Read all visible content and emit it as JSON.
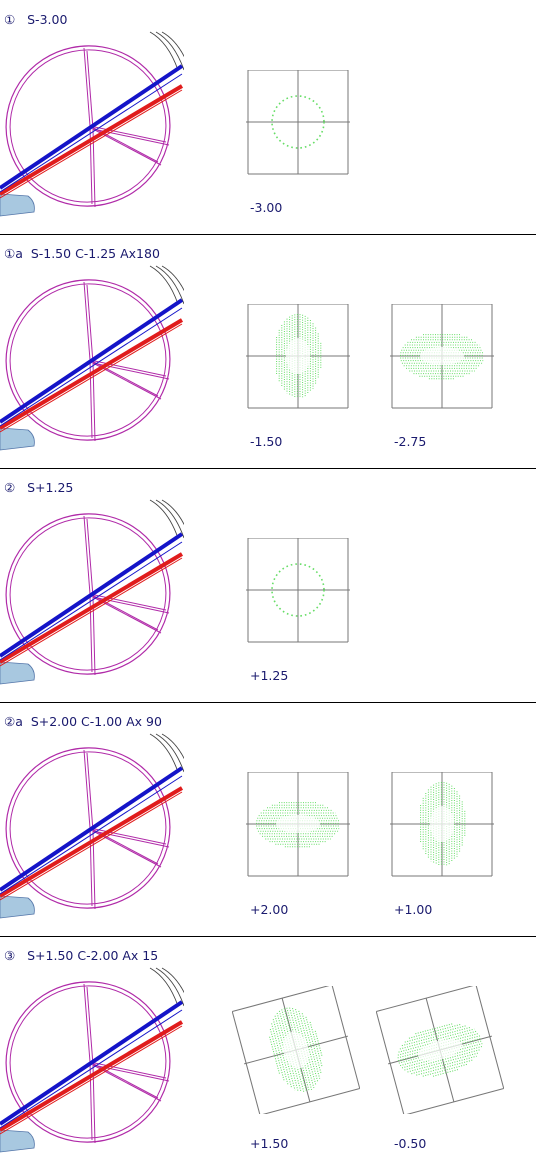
{
  "sections": [
    {
      "label": "①   S-3.00",
      "plots": [
        {
          "value": "-3.00",
          "shape": "circle",
          "rot": 0
        }
      ]
    },
    {
      "label": "①a  S-1.50 C-1.25 Ax180",
      "plots": [
        {
          "value": "-1.50",
          "shape": "vertical",
          "rot": 0
        },
        {
          "value": "-2.75",
          "shape": "horizontal",
          "rot": 0
        }
      ]
    },
    {
      "label": "②   S+1.25",
      "plots": [
        {
          "value": "+1.25",
          "shape": "circle",
          "rot": 0
        }
      ]
    },
    {
      "label": "②a  S+2.00 C-1.00 Ax 90",
      "plots": [
        {
          "value": "+2.00",
          "shape": "horizontal",
          "rot": 0
        },
        {
          "value": "+1.00",
          "shape": "vertical",
          "rot": 0
        }
      ]
    },
    {
      "label": "③   S+1.50 C-2.00 Ax 15",
      "plots": [
        {
          "value": "+1.50",
          "shape": "vertical",
          "rot": -15
        },
        {
          "value": "-0.50",
          "shape": "horizontal",
          "rot": -15
        }
      ]
    }
  ],
  "colors": {
    "ring": "#b02aa8",
    "blue_line": "#1414c8",
    "red_line": "#e01c1c",
    "pattern": "#66dd66",
    "grid": "#777777",
    "text": "#1a1a6e",
    "lens": "#a8c8e0"
  }
}
